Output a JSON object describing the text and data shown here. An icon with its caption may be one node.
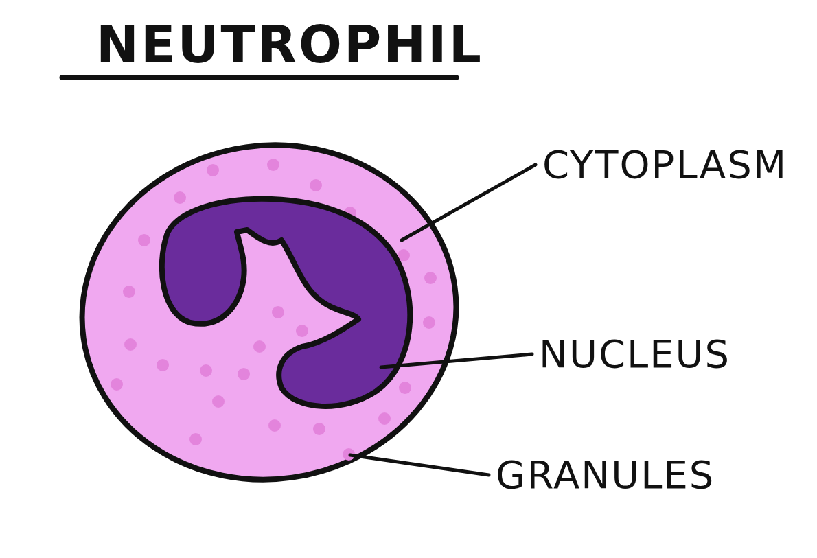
{
  "diagram": {
    "title": "NEUTROPHIL",
    "nodes": [
      {
        "text": [
          "CYTOPLASM"
        ]
      },
      {
        "text": [
          "NUCLEUS"
        ]
      },
      {
        "text": [
          "GRANULES"
        ]
      },
      {
        "text": [],
        "shape": "circle"
      },
      {
        "text": [],
        "shape": "picture",
        "in": 3
      }
    ],
    "edges": [
      {
        "from": 0,
        "to": 3,
        "arrow": "none"
      },
      {
        "from": 1,
        "to": 4,
        "arrow": "none"
      },
      {
        "from": 2,
        "to": 3,
        "arrow": "none"
      }
    ]
  }
}
